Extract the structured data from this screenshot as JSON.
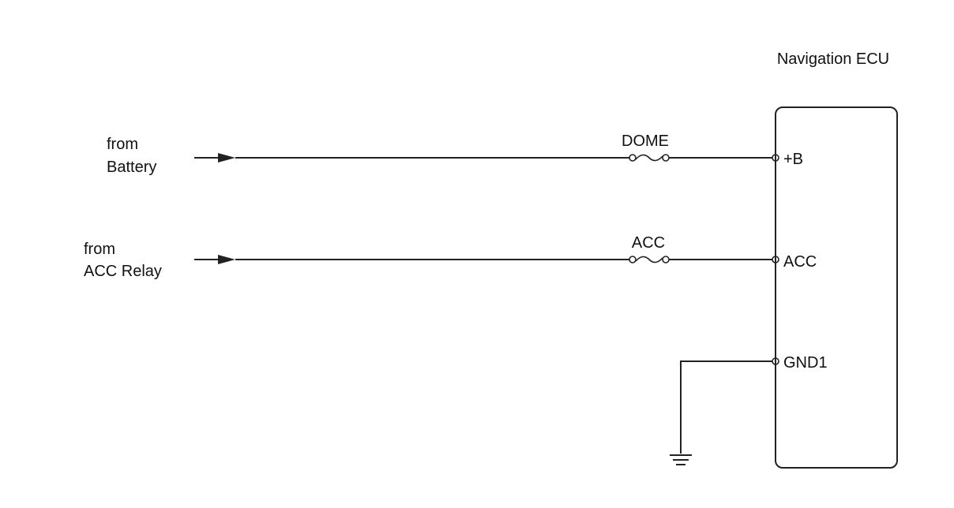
{
  "ecu": {
    "title": "Navigation ECU"
  },
  "inputs": [
    {
      "line1": "from",
      "line2": "Battery",
      "fuse": "DOME",
      "pin": "+B"
    },
    {
      "line1": "from",
      "line2": "ACC Relay",
      "fuse": "ACC",
      "pin": "ACC"
    }
  ],
  "ground": {
    "pin": "GND1"
  },
  "colors": {
    "line": "#222222",
    "text": "#111111",
    "background": "#ffffff"
  }
}
